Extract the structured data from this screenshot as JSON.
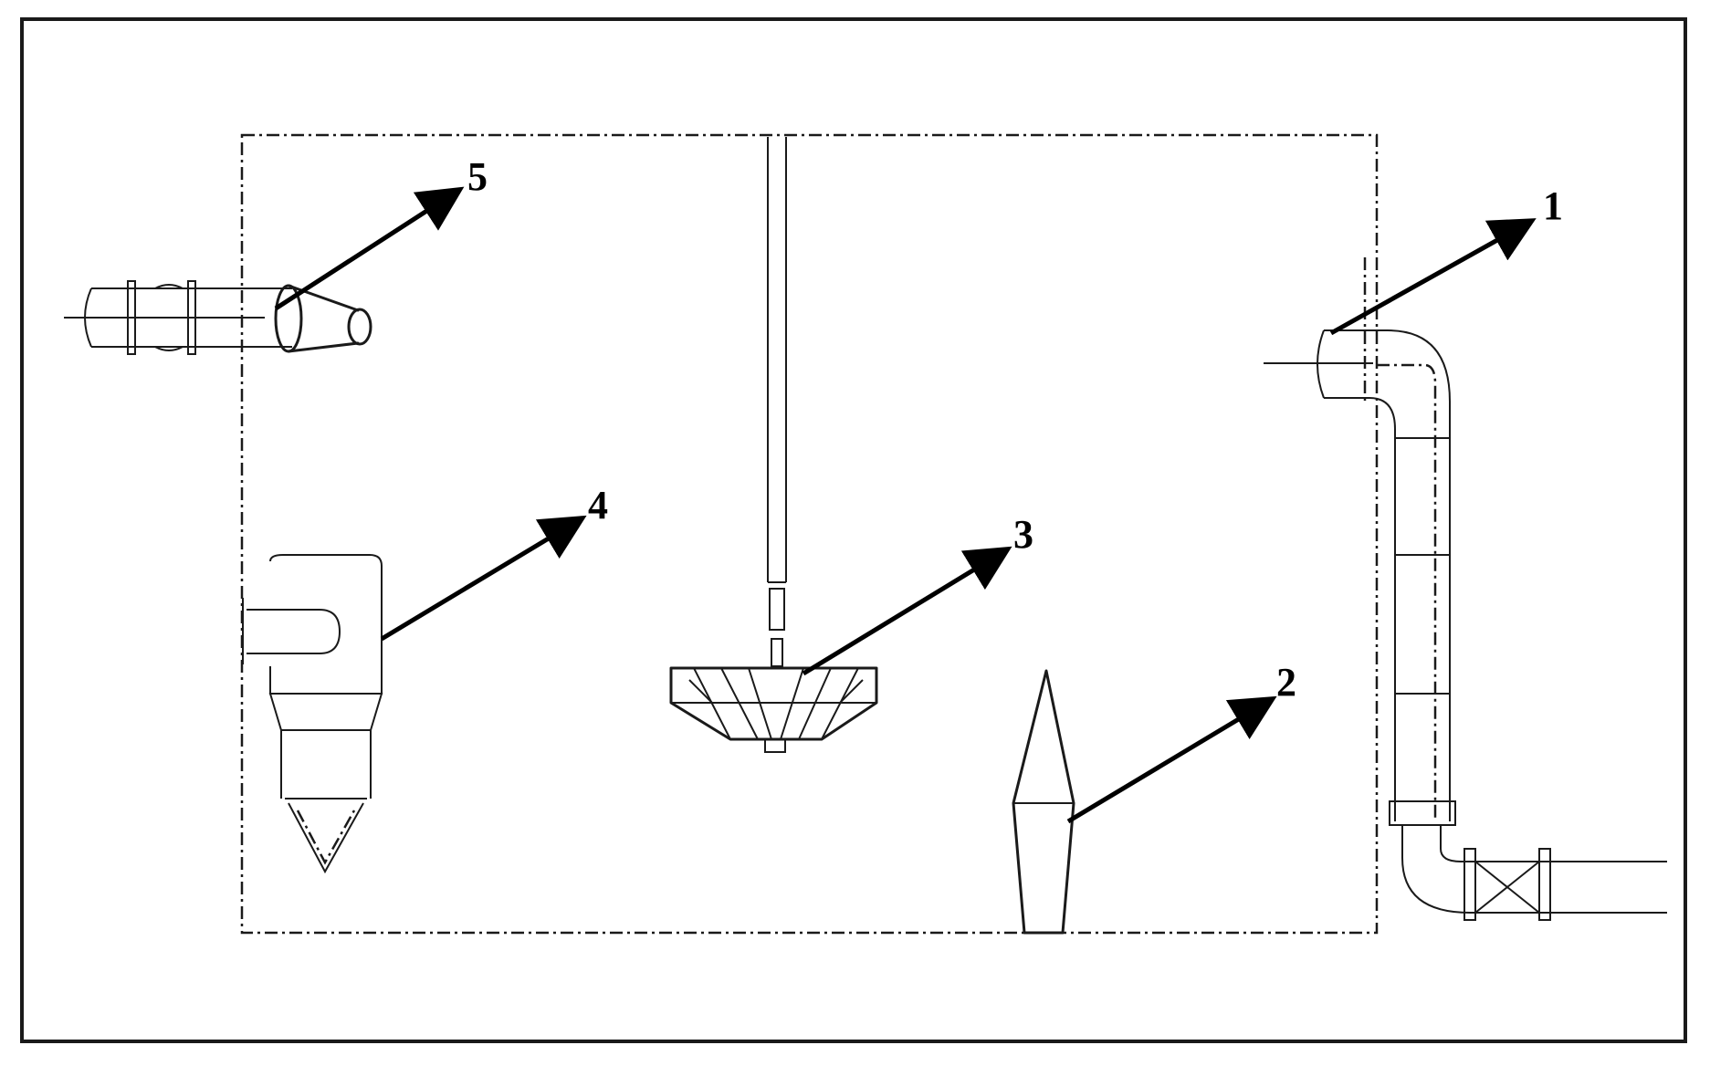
{
  "colors": {
    "ink": "#1a1a1a",
    "background": "#ffffff"
  },
  "callouts": [
    {
      "id": "1",
      "label": "1"
    },
    {
      "id": "2",
      "label": "2"
    },
    {
      "id": "3",
      "label": "3"
    },
    {
      "id": "4",
      "label": "4"
    },
    {
      "id": "5",
      "label": "5"
    }
  ]
}
